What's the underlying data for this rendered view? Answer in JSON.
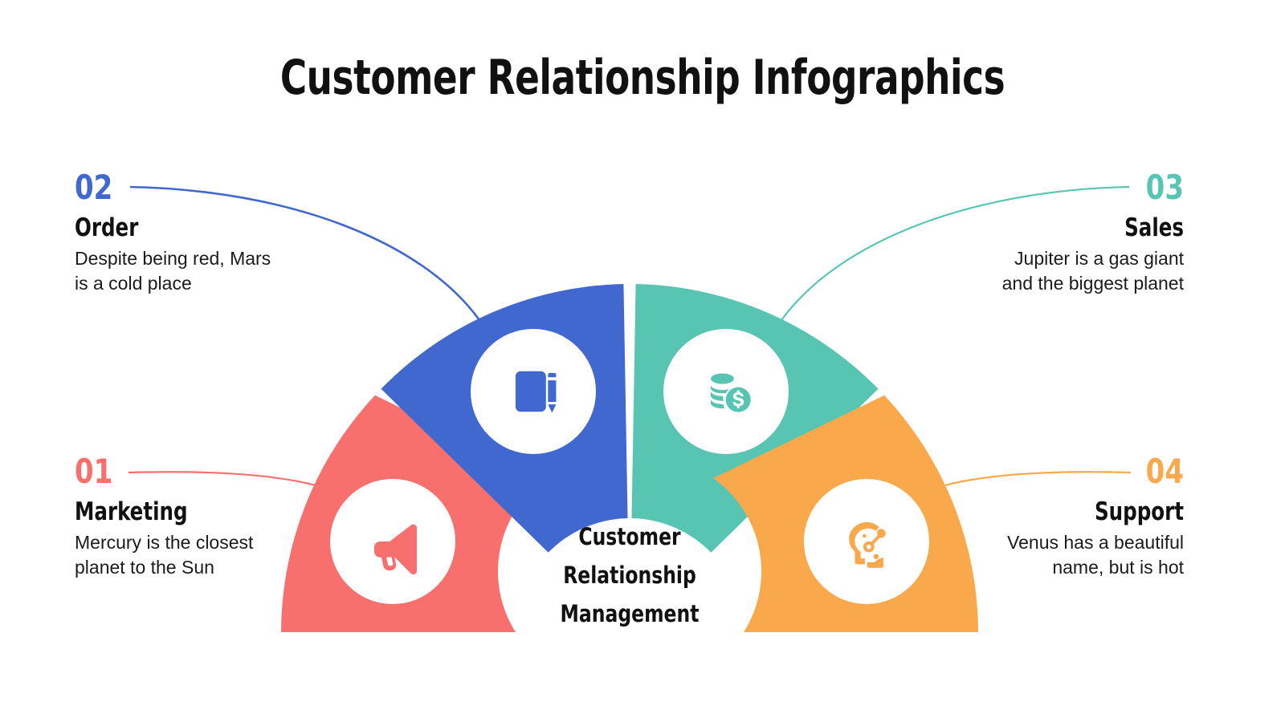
{
  "page": {
    "title": "Customer Relationship Infographics",
    "background_color": "#ffffff"
  },
  "center": {
    "line1": "Customer",
    "line2": "Relationship",
    "line3": "Management"
  },
  "palette": {
    "marketing": "#f8706e",
    "order": "#4068ce",
    "sales": "#57c5b2",
    "support": "#f9a94c",
    "text": "#111111",
    "body_text": "#1b1b1b"
  },
  "segments": [
    {
      "key": "marketing",
      "number": "01",
      "title": "Marketing",
      "description": "Mercury is the closest planet to the Sun",
      "color": "#f8706e",
      "icon": "megaphone-icon",
      "side": "left"
    },
    {
      "key": "order",
      "number": "02",
      "title": "Order",
      "description": "Despite being red, Mars is a cold place",
      "color": "#4068ce",
      "icon": "document-pencil-icon",
      "side": "left"
    },
    {
      "key": "sales",
      "number": "03",
      "title": "Sales",
      "description": "Jupiter is a gas giant and the biggest planet",
      "color": "#57c5b2",
      "icon": "coins-dollar-icon",
      "side": "right"
    },
    {
      "key": "support",
      "number": "04",
      "title": "Support",
      "description": "Venus has a beautiful name, but is hot",
      "color": "#f9a94c",
      "icon": "headset-support-icon",
      "side": "right"
    }
  ]
}
